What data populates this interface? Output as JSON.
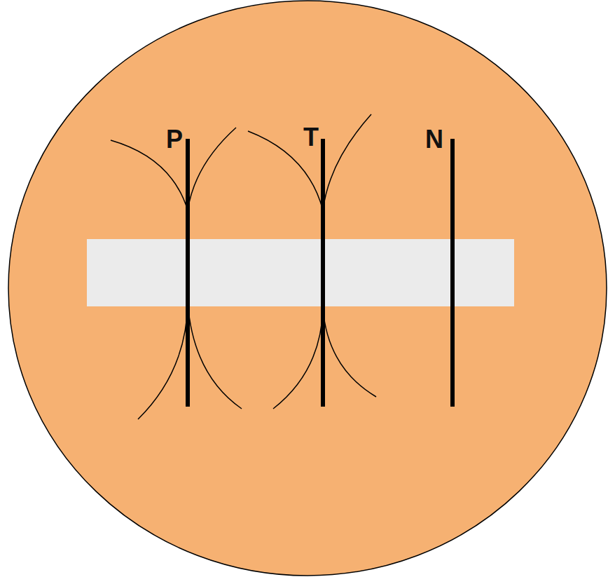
{
  "diagram": {
    "labels": [
      "P",
      "T",
      "N"
    ]
  }
}
